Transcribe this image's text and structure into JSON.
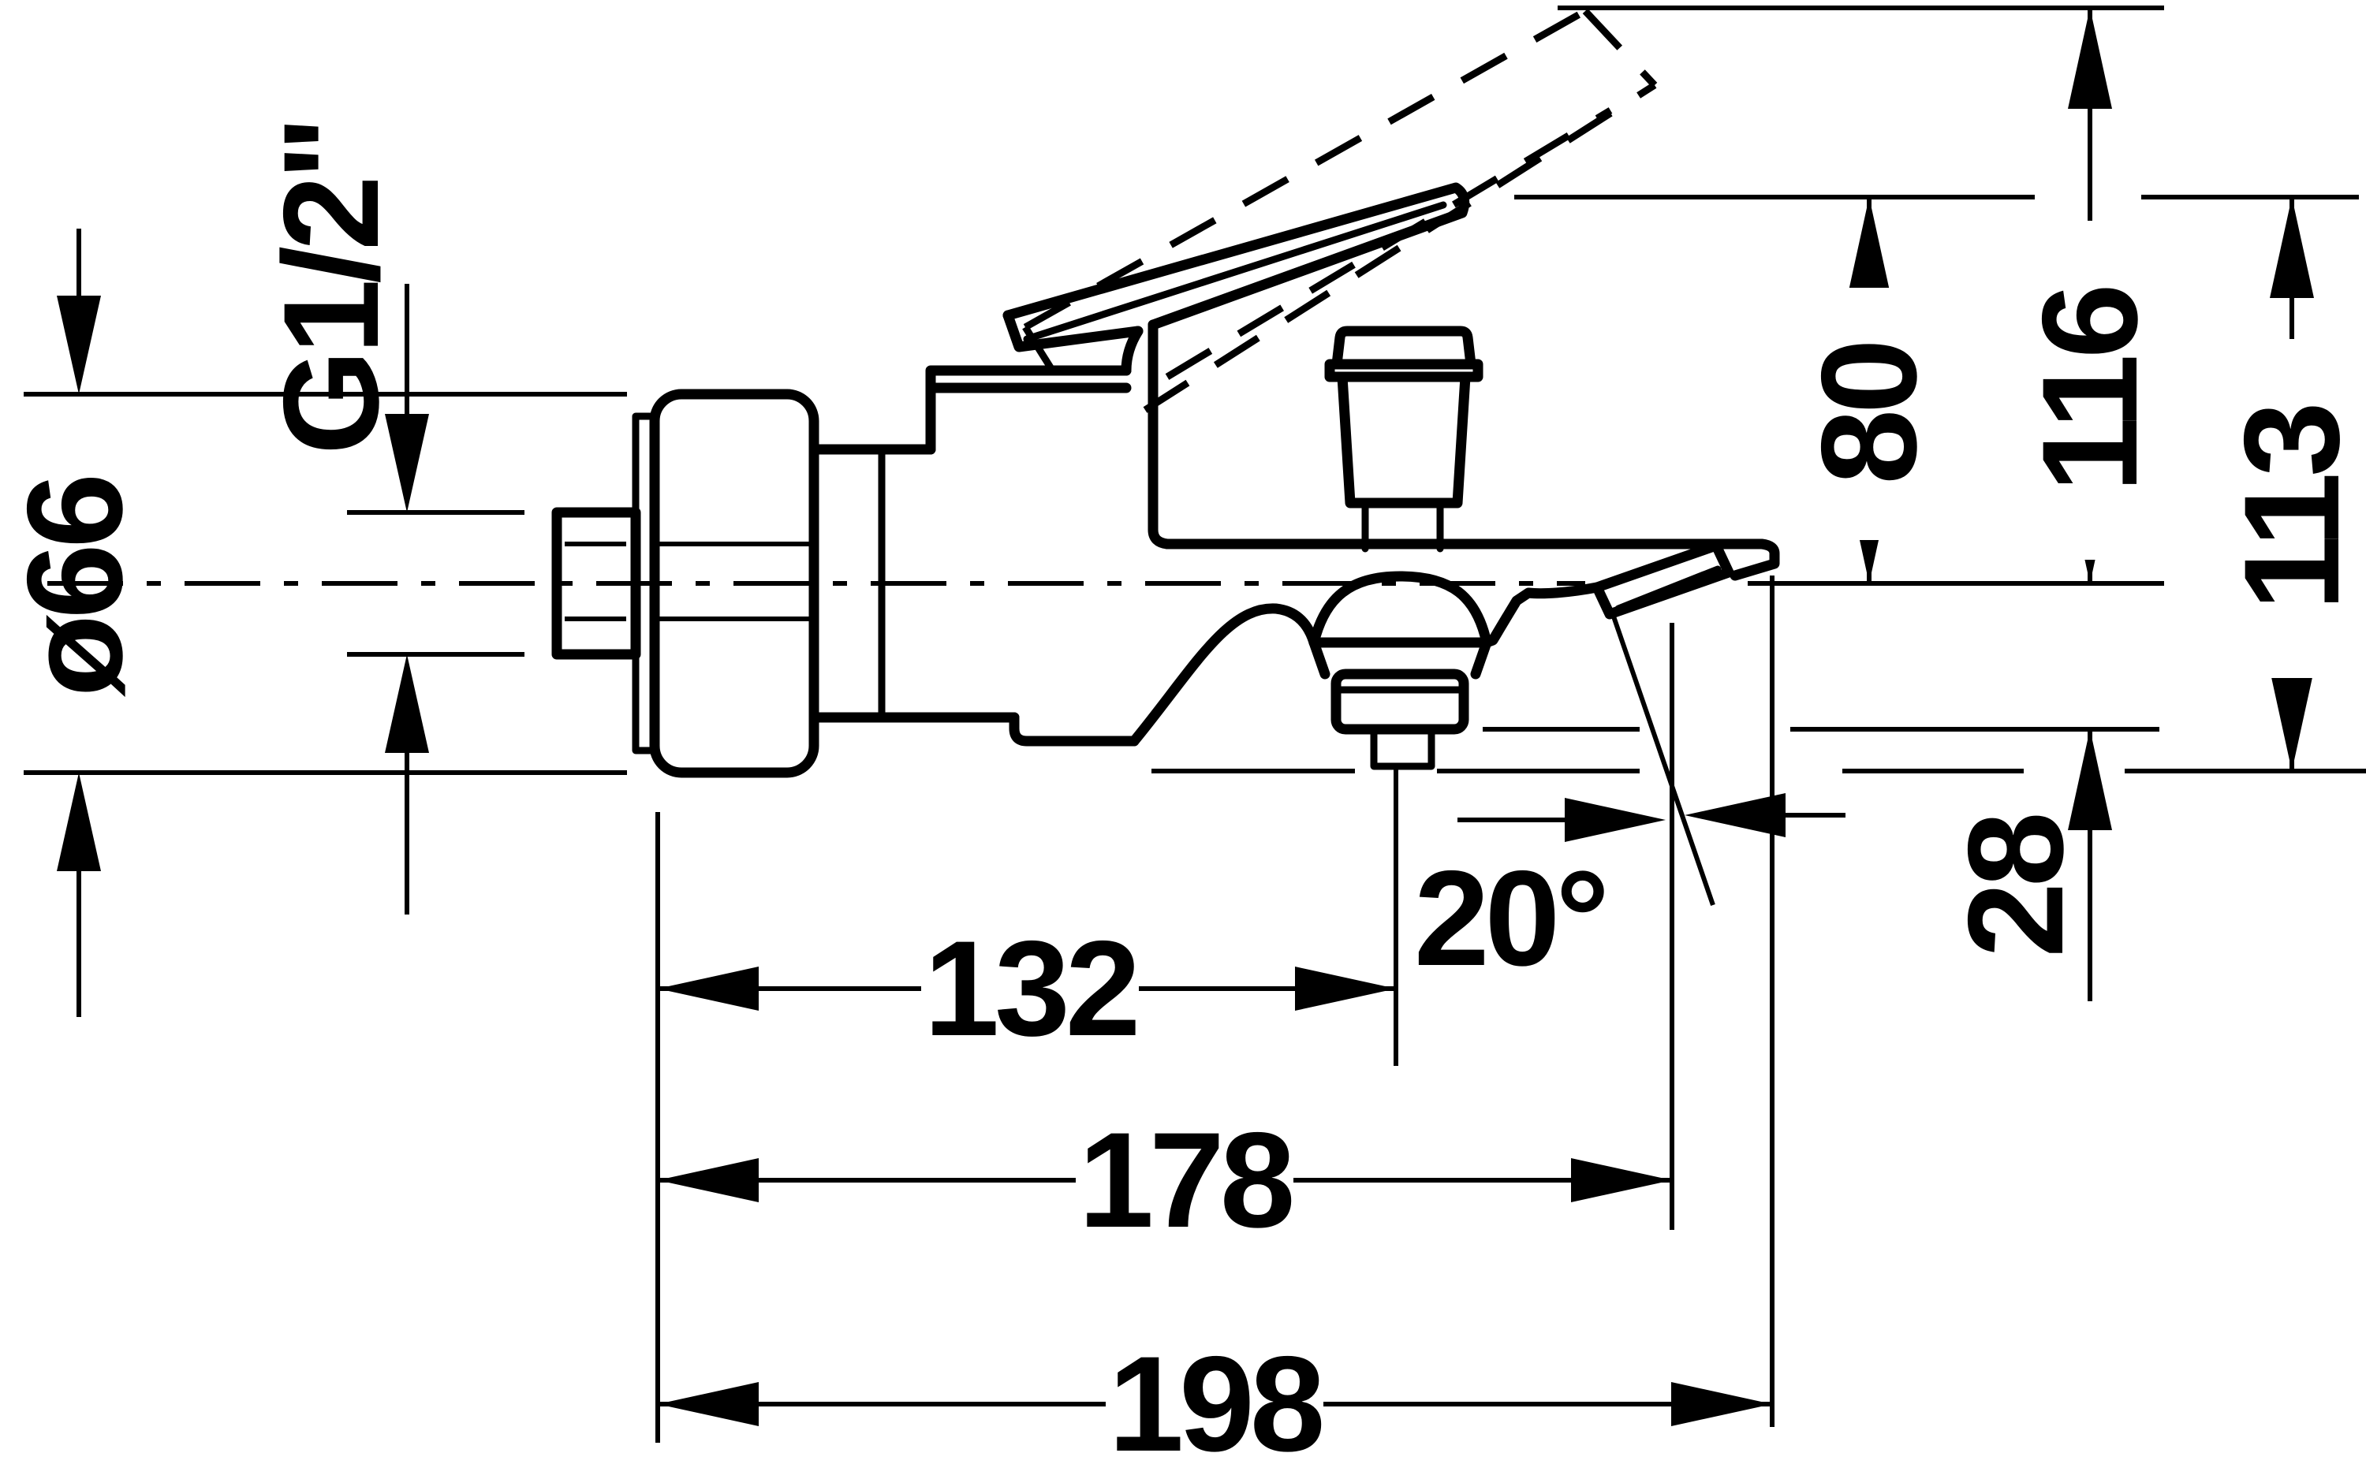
{
  "page": {
    "background_color": "#ffffff",
    "ink_color": "#000000"
  },
  "drawing": {
    "type": "technical-dimension-drawing",
    "view": "side-elevation-bath-mixer",
    "labels": {
      "thread_size": "G1/2\"",
      "flange_diameter": "ø66",
      "height_spout_to_handle": "80",
      "height_spout_to_open_handle": "116",
      "height_handle_to_outlet": "113",
      "outlet_offset": "28",
      "spout_angle": "20°",
      "length_wall_to_diverter": "132",
      "length_wall_to_outlet": "178",
      "length_wall_to_spout_end": "198"
    }
  }
}
